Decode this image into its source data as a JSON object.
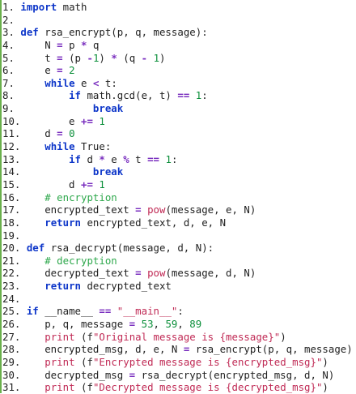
{
  "code_lines": [
    [
      [
        "ln",
        "1. "
      ],
      [
        "kw",
        "import"
      ],
      [
        "tx",
        " math"
      ]
    ],
    [
      [
        "ln",
        "2. "
      ]
    ],
    [
      [
        "ln",
        "3. "
      ],
      [
        "kw",
        "def"
      ],
      [
        "tx",
        " rsa_encrypt(p, q, message):"
      ]
    ],
    [
      [
        "ln",
        "4. "
      ],
      [
        "tx",
        "    N "
      ],
      [
        "op",
        "="
      ],
      [
        "tx",
        " p "
      ],
      [
        "op",
        "*"
      ],
      [
        "tx",
        " q"
      ]
    ],
    [
      [
        "ln",
        "5. "
      ],
      [
        "tx",
        "    t "
      ],
      [
        "op",
        "="
      ],
      [
        "tx",
        " (p "
      ],
      [
        "op",
        "-"
      ],
      [
        "num",
        "1"
      ],
      [
        "tx",
        ") "
      ],
      [
        "op",
        "*"
      ],
      [
        "tx",
        " (q "
      ],
      [
        "op",
        "-"
      ],
      [
        "tx",
        " "
      ],
      [
        "num",
        "1"
      ],
      [
        "tx",
        ")"
      ]
    ],
    [
      [
        "ln",
        "6. "
      ],
      [
        "tx",
        "    e "
      ],
      [
        "op",
        "="
      ],
      [
        "tx",
        " "
      ],
      [
        "num",
        "2"
      ]
    ],
    [
      [
        "ln",
        "7. "
      ],
      [
        "tx",
        "    "
      ],
      [
        "kw",
        "while"
      ],
      [
        "tx",
        " e "
      ],
      [
        "op",
        "<"
      ],
      [
        "tx",
        " t:"
      ]
    ],
    [
      [
        "ln",
        "8. "
      ],
      [
        "tx",
        "        "
      ],
      [
        "kw",
        "if"
      ],
      [
        "tx",
        " math.gcd(e, t) "
      ],
      [
        "op",
        "=="
      ],
      [
        "tx",
        " "
      ],
      [
        "num",
        "1"
      ],
      [
        "tx",
        ":"
      ]
    ],
    [
      [
        "ln",
        "9. "
      ],
      [
        "tx",
        "            "
      ],
      [
        "kw",
        "break"
      ]
    ],
    [
      [
        "ln",
        "10. "
      ],
      [
        "tx",
        "       e "
      ],
      [
        "op",
        "+="
      ],
      [
        "tx",
        " "
      ],
      [
        "num",
        "1"
      ]
    ],
    [
      [
        "ln",
        "11. "
      ],
      [
        "tx",
        "   d "
      ],
      [
        "op",
        "="
      ],
      [
        "tx",
        " "
      ],
      [
        "num",
        "0"
      ]
    ],
    [
      [
        "ln",
        "12. "
      ],
      [
        "tx",
        "   "
      ],
      [
        "kw",
        "while"
      ],
      [
        "tx",
        " True:"
      ]
    ],
    [
      [
        "ln",
        "13. "
      ],
      [
        "tx",
        "       "
      ],
      [
        "kw",
        "if"
      ],
      [
        "tx",
        " d "
      ],
      [
        "op",
        "*"
      ],
      [
        "tx",
        " e "
      ],
      [
        "op",
        "%"
      ],
      [
        "tx",
        " t "
      ],
      [
        "op",
        "=="
      ],
      [
        "tx",
        " "
      ],
      [
        "num",
        "1"
      ],
      [
        "tx",
        ":"
      ]
    ],
    [
      [
        "ln",
        "14. "
      ],
      [
        "tx",
        "           "
      ],
      [
        "kw",
        "break"
      ]
    ],
    [
      [
        "ln",
        "15. "
      ],
      [
        "tx",
        "       d "
      ],
      [
        "op",
        "+="
      ],
      [
        "tx",
        " "
      ],
      [
        "num",
        "1"
      ]
    ],
    [
      [
        "ln",
        "16. "
      ],
      [
        "tx",
        "   "
      ],
      [
        "cm",
        "# encryption"
      ]
    ],
    [
      [
        "ln",
        "17. "
      ],
      [
        "tx",
        "   encrypted_text "
      ],
      [
        "op",
        "="
      ],
      [
        "tx",
        " "
      ],
      [
        "bi",
        "pow"
      ],
      [
        "tx",
        "(message, e, N)"
      ]
    ],
    [
      [
        "ln",
        "18. "
      ],
      [
        "tx",
        "   "
      ],
      [
        "kw",
        "return"
      ],
      [
        "tx",
        " encrypted_text, d, e, N"
      ]
    ],
    [
      [
        "ln",
        "19. "
      ]
    ],
    [
      [
        "ln",
        "20. "
      ],
      [
        "kw",
        "def"
      ],
      [
        "tx",
        " rsa_decrypt(message, d, N):"
      ]
    ],
    [
      [
        "ln",
        "21. "
      ],
      [
        "tx",
        "   "
      ],
      [
        "cm",
        "# decryption"
      ]
    ],
    [
      [
        "ln",
        "22. "
      ],
      [
        "tx",
        "   decrypted_text "
      ],
      [
        "op",
        "="
      ],
      [
        "tx",
        " "
      ],
      [
        "bi",
        "pow"
      ],
      [
        "tx",
        "(message, d, N)"
      ]
    ],
    [
      [
        "ln",
        "23. "
      ],
      [
        "tx",
        "   "
      ],
      [
        "kw",
        "return"
      ],
      [
        "tx",
        " decrypted_text"
      ]
    ],
    [
      [
        "ln",
        "24. "
      ]
    ],
    [
      [
        "ln",
        "25. "
      ],
      [
        "kw",
        "if"
      ],
      [
        "tx",
        " __name__ "
      ],
      [
        "op",
        "=="
      ],
      [
        "tx",
        " "
      ],
      [
        "str",
        "\"__main__\""
      ],
      [
        "tx",
        ":"
      ]
    ],
    [
      [
        "ln",
        "26. "
      ],
      [
        "tx",
        "   p, q, message "
      ],
      [
        "op",
        "="
      ],
      [
        "tx",
        " "
      ],
      [
        "num",
        "53"
      ],
      [
        "tx",
        ", "
      ],
      [
        "num",
        "59"
      ],
      [
        "tx",
        ", "
      ],
      [
        "num",
        "89"
      ]
    ],
    [
      [
        "ln",
        "27. "
      ],
      [
        "tx",
        "   "
      ],
      [
        "bi",
        "print"
      ],
      [
        "tx",
        " (f"
      ],
      [
        "str",
        "\"Original message is {message}\""
      ],
      [
        "tx",
        ")"
      ]
    ],
    [
      [
        "ln",
        "28. "
      ],
      [
        "tx",
        "   encrypted_msg, d, e, N "
      ],
      [
        "op",
        "="
      ],
      [
        "tx",
        " rsa_encrypt(p, q, message)"
      ]
    ],
    [
      [
        "ln",
        "29. "
      ],
      [
        "tx",
        "   "
      ],
      [
        "bi",
        "print"
      ],
      [
        "tx",
        " (f"
      ],
      [
        "str",
        "\"Encrypted message is {encrypted_msg}\""
      ],
      [
        "tx",
        ")"
      ]
    ],
    [
      [
        "ln",
        "30. "
      ],
      [
        "tx",
        "   decrypted_msg "
      ],
      [
        "op",
        "="
      ],
      [
        "tx",
        " rsa_decrypt(encrypted_msg, d, N)"
      ]
    ],
    [
      [
        "ln",
        "31. "
      ],
      [
        "tx",
        "   "
      ],
      [
        "bi",
        "print"
      ],
      [
        "tx",
        " (f"
      ],
      [
        "str",
        "\"Decrypted message is {decrypted_msg}\""
      ],
      [
        "tx",
        ")"
      ]
    ]
  ],
  "colors": {
    "keyword": "#0d36c9",
    "number": "#0b8f3a",
    "operator": "#7a2fbf",
    "comment": "#2ea84c",
    "string": "#c02a55",
    "text": "#222222",
    "gutter": "#6ab04c",
    "background": "#ffffff"
  }
}
